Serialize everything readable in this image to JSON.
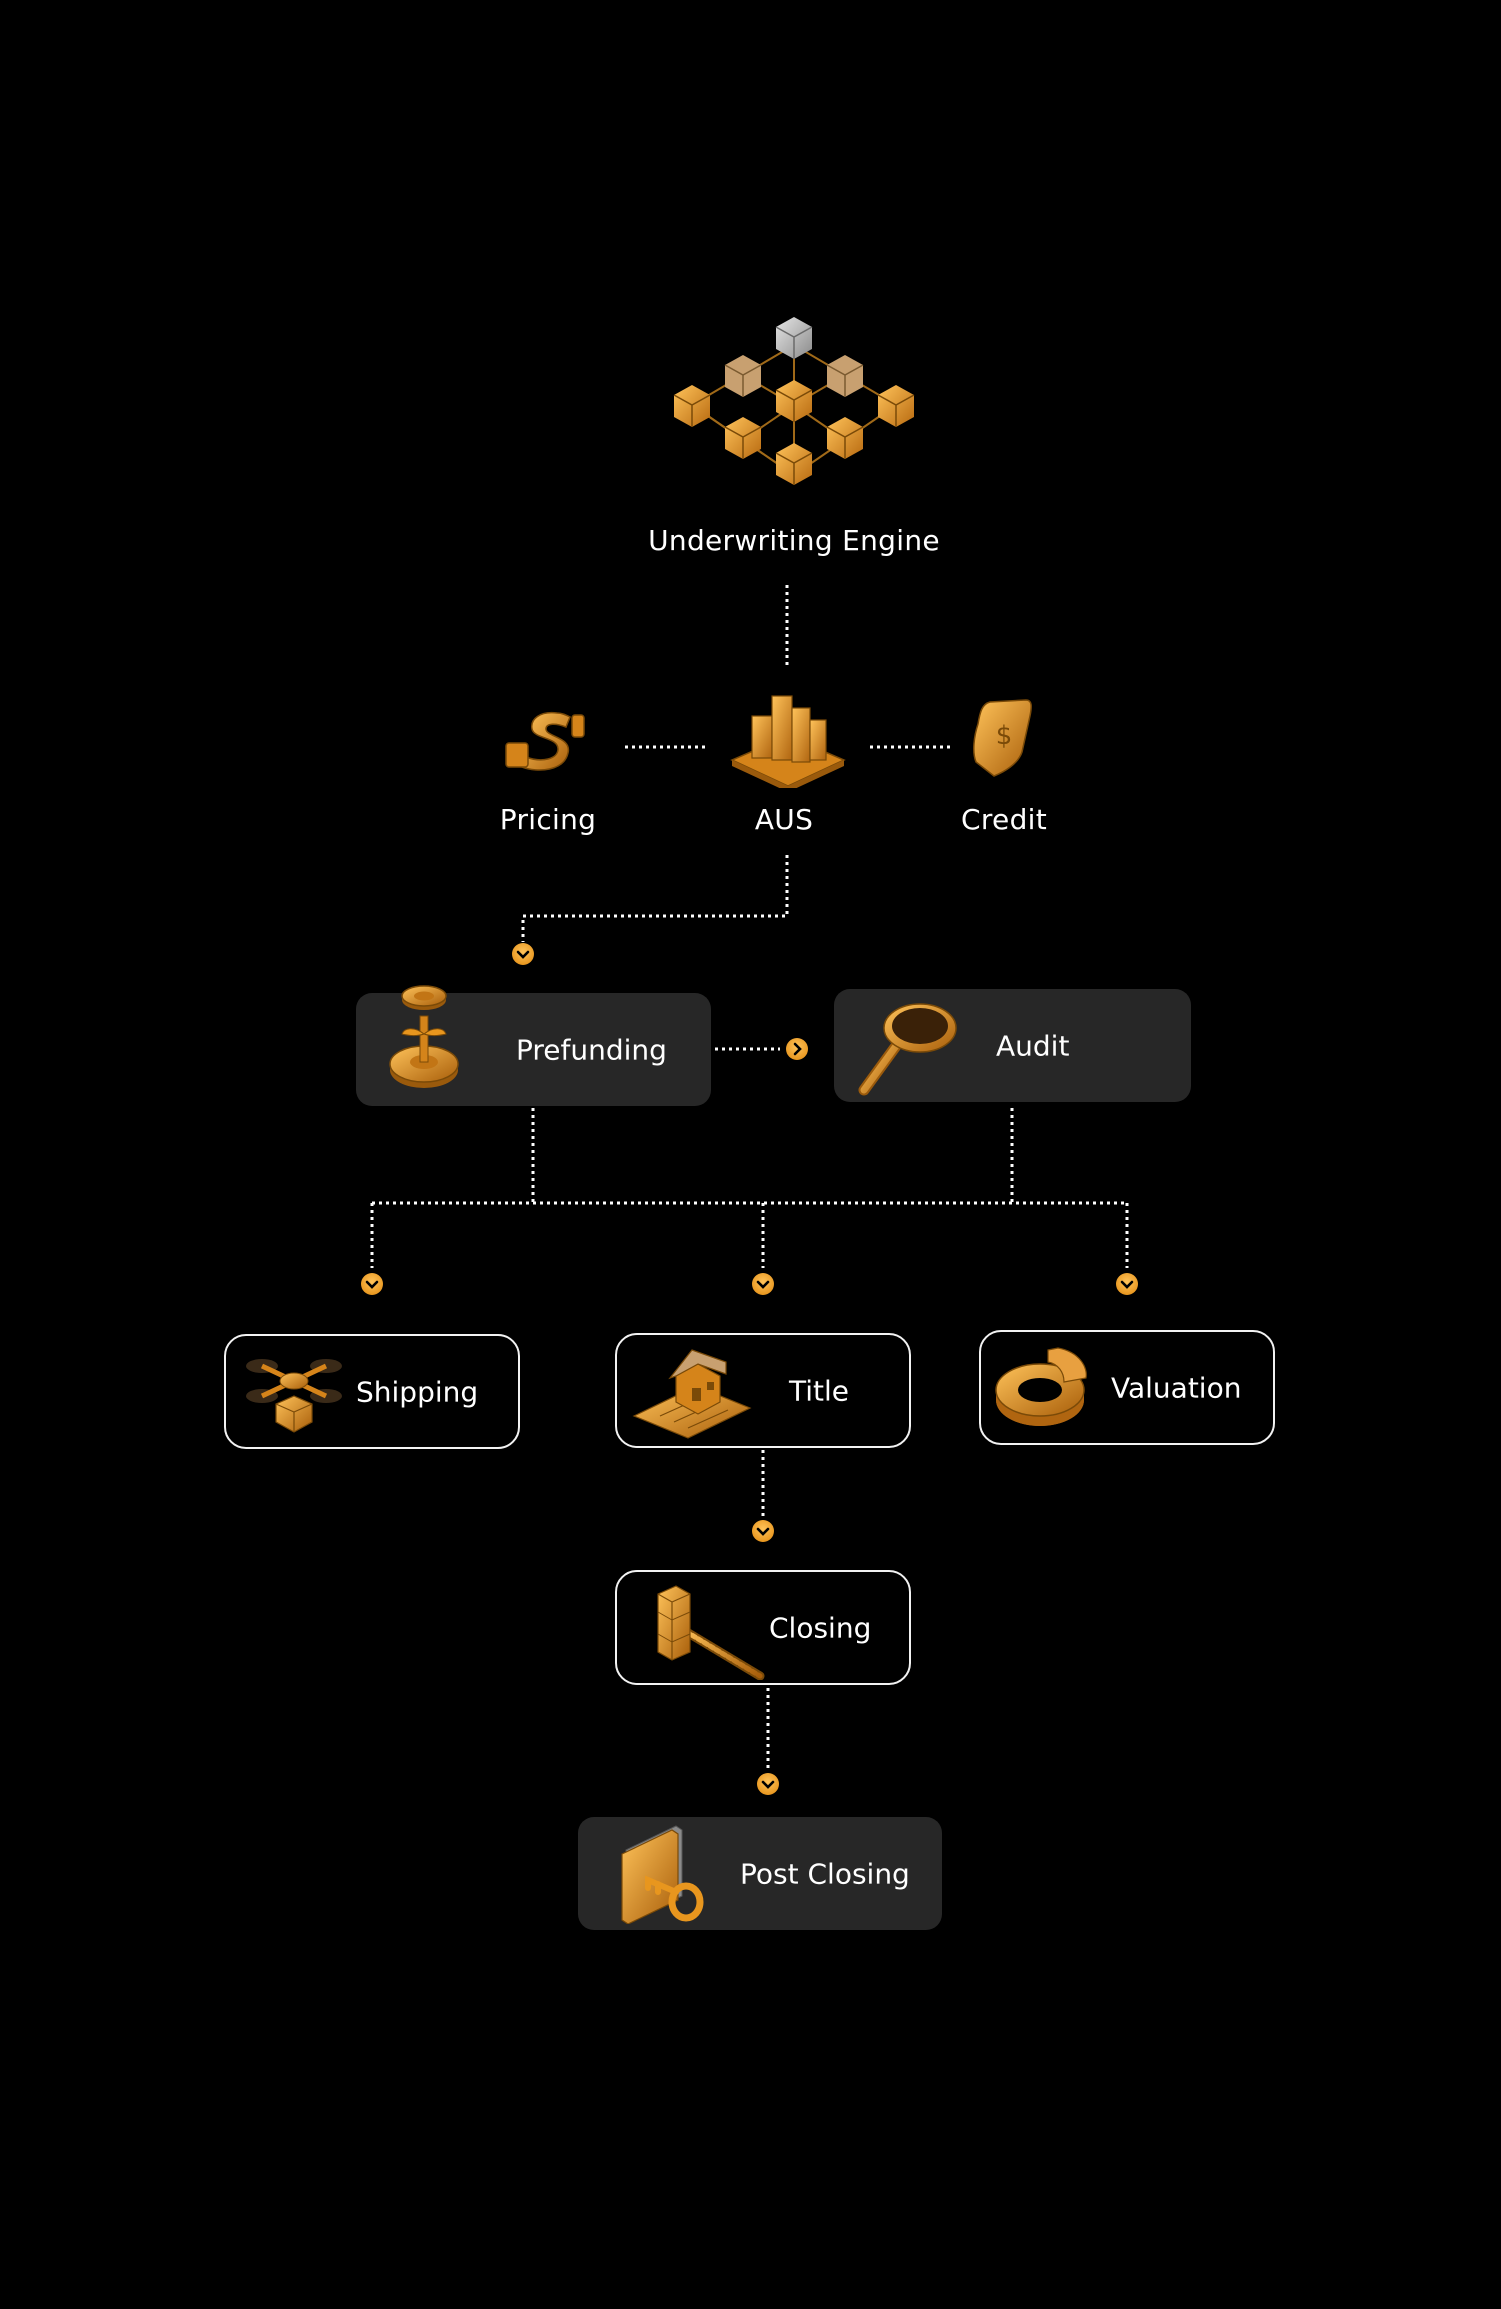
{
  "colors": {
    "background": "#000000",
    "accent": "#E8961E",
    "accent_dark": "#9A5A0C",
    "accent_light": "#FFC35A",
    "filled_box": "#272727",
    "outline": "#F2F2F2",
    "connector": "#FFFFFF"
  },
  "engine": {
    "label": "Underwriting Engine",
    "icon": "cube-network-icon"
  },
  "row1": {
    "pricing": {
      "label": "Pricing",
      "icon": "dollar-sign-icon"
    },
    "aus": {
      "label": "AUS",
      "icon": "building-block-icon"
    },
    "credit": {
      "label": "Credit",
      "icon": "credit-shield-icon"
    }
  },
  "row2": {
    "prefunding": {
      "label": "Prefunding",
      "icon": "coin-stand-icon"
    },
    "audit": {
      "label": "Audit",
      "icon": "magnifier-icon"
    }
  },
  "row3": {
    "shipping": {
      "label": "Shipping",
      "icon": "drone-package-icon"
    },
    "title": {
      "label": "Title",
      "icon": "house-deed-icon"
    },
    "valuation": {
      "label": "Valuation",
      "icon": "ring-chart-icon"
    }
  },
  "closing": {
    "label": "Closing",
    "icon": "gavel-icon"
  },
  "post_closing": {
    "label": "Post Closing",
    "icon": "folder-key-icon"
  }
}
